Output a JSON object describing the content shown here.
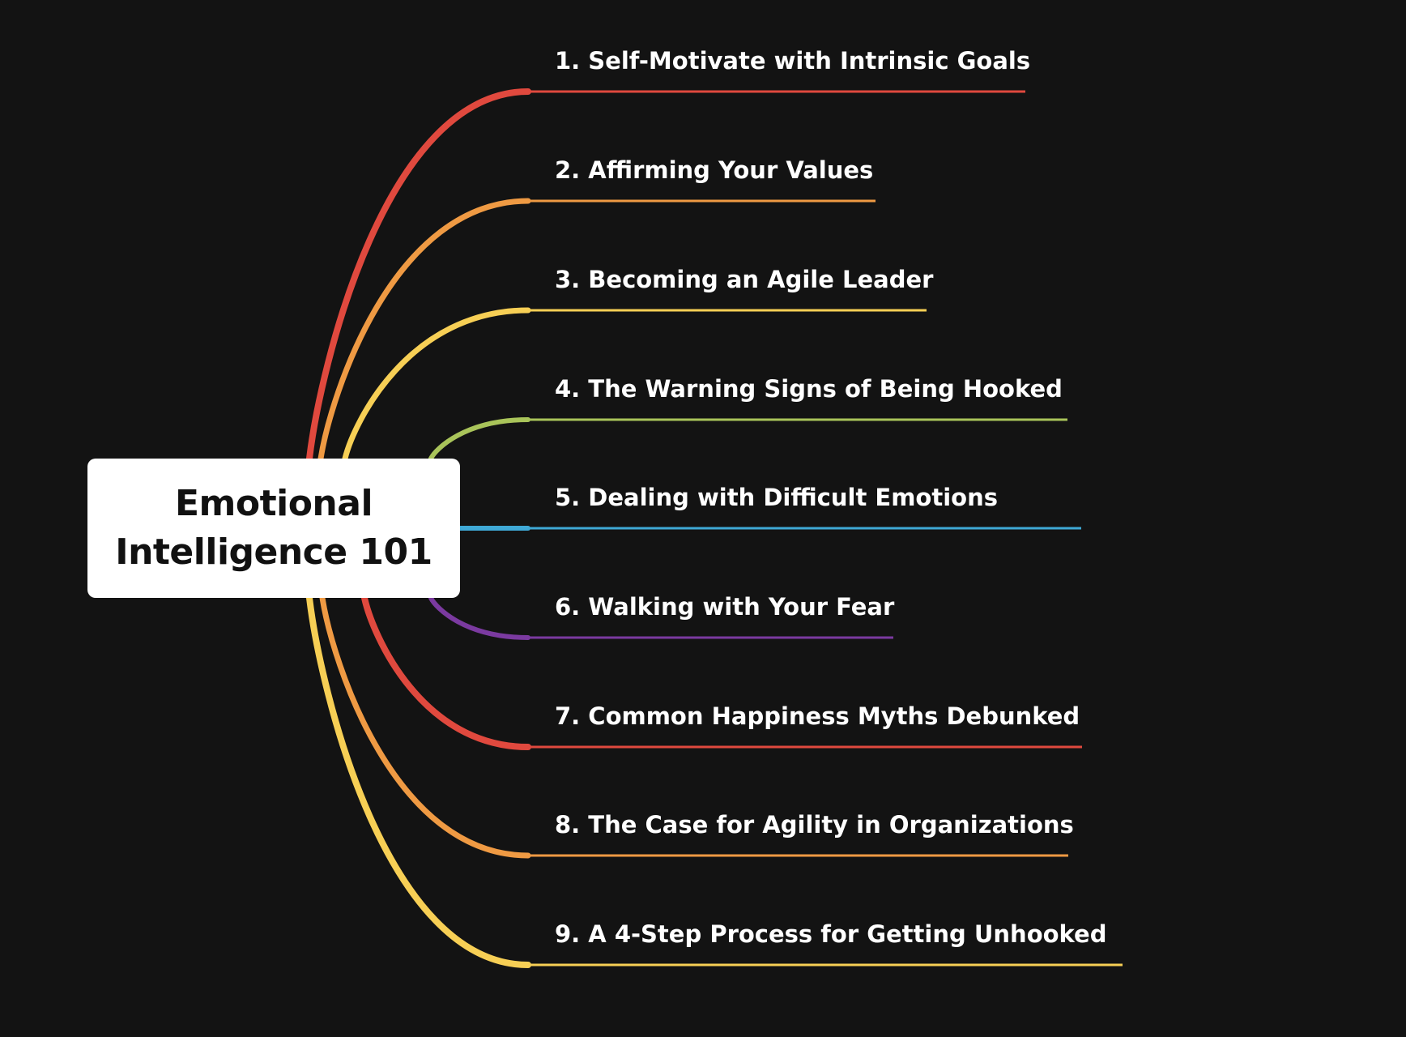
{
  "root": {
    "title": "Emotional Intelligence 101",
    "background": "#ffffff",
    "text_color": "#111111"
  },
  "background_color": "#131313",
  "branches": [
    {
      "label": "1. Self-Motivate with Intrinsic Goals",
      "color": "#e0493e"
    },
    {
      "label": "2. Affirming Your Values",
      "color": "#ef9a43"
    },
    {
      "label": "3. Becoming an Agile Leader",
      "color": "#f7cf55"
    },
    {
      "label": "4. The Warning Signs of Being Hooked",
      "color": "#a9c45a"
    },
    {
      "label": "5. Dealing with Difficult Emotions",
      "color": "#3fa9d6"
    },
    {
      "label": "6. Walking with Your Fear",
      "color": "#7b3aa0"
    },
    {
      "label": "7. Common Happiness Myths Debunked",
      "color": "#e0493e"
    },
    {
      "label": "8. The Case for Agility in Organizations",
      "color": "#ef9a43"
    },
    {
      "label": "9. A 4-Step Process for Getting Unhooked",
      "color": "#f7cf55"
    }
  ]
}
